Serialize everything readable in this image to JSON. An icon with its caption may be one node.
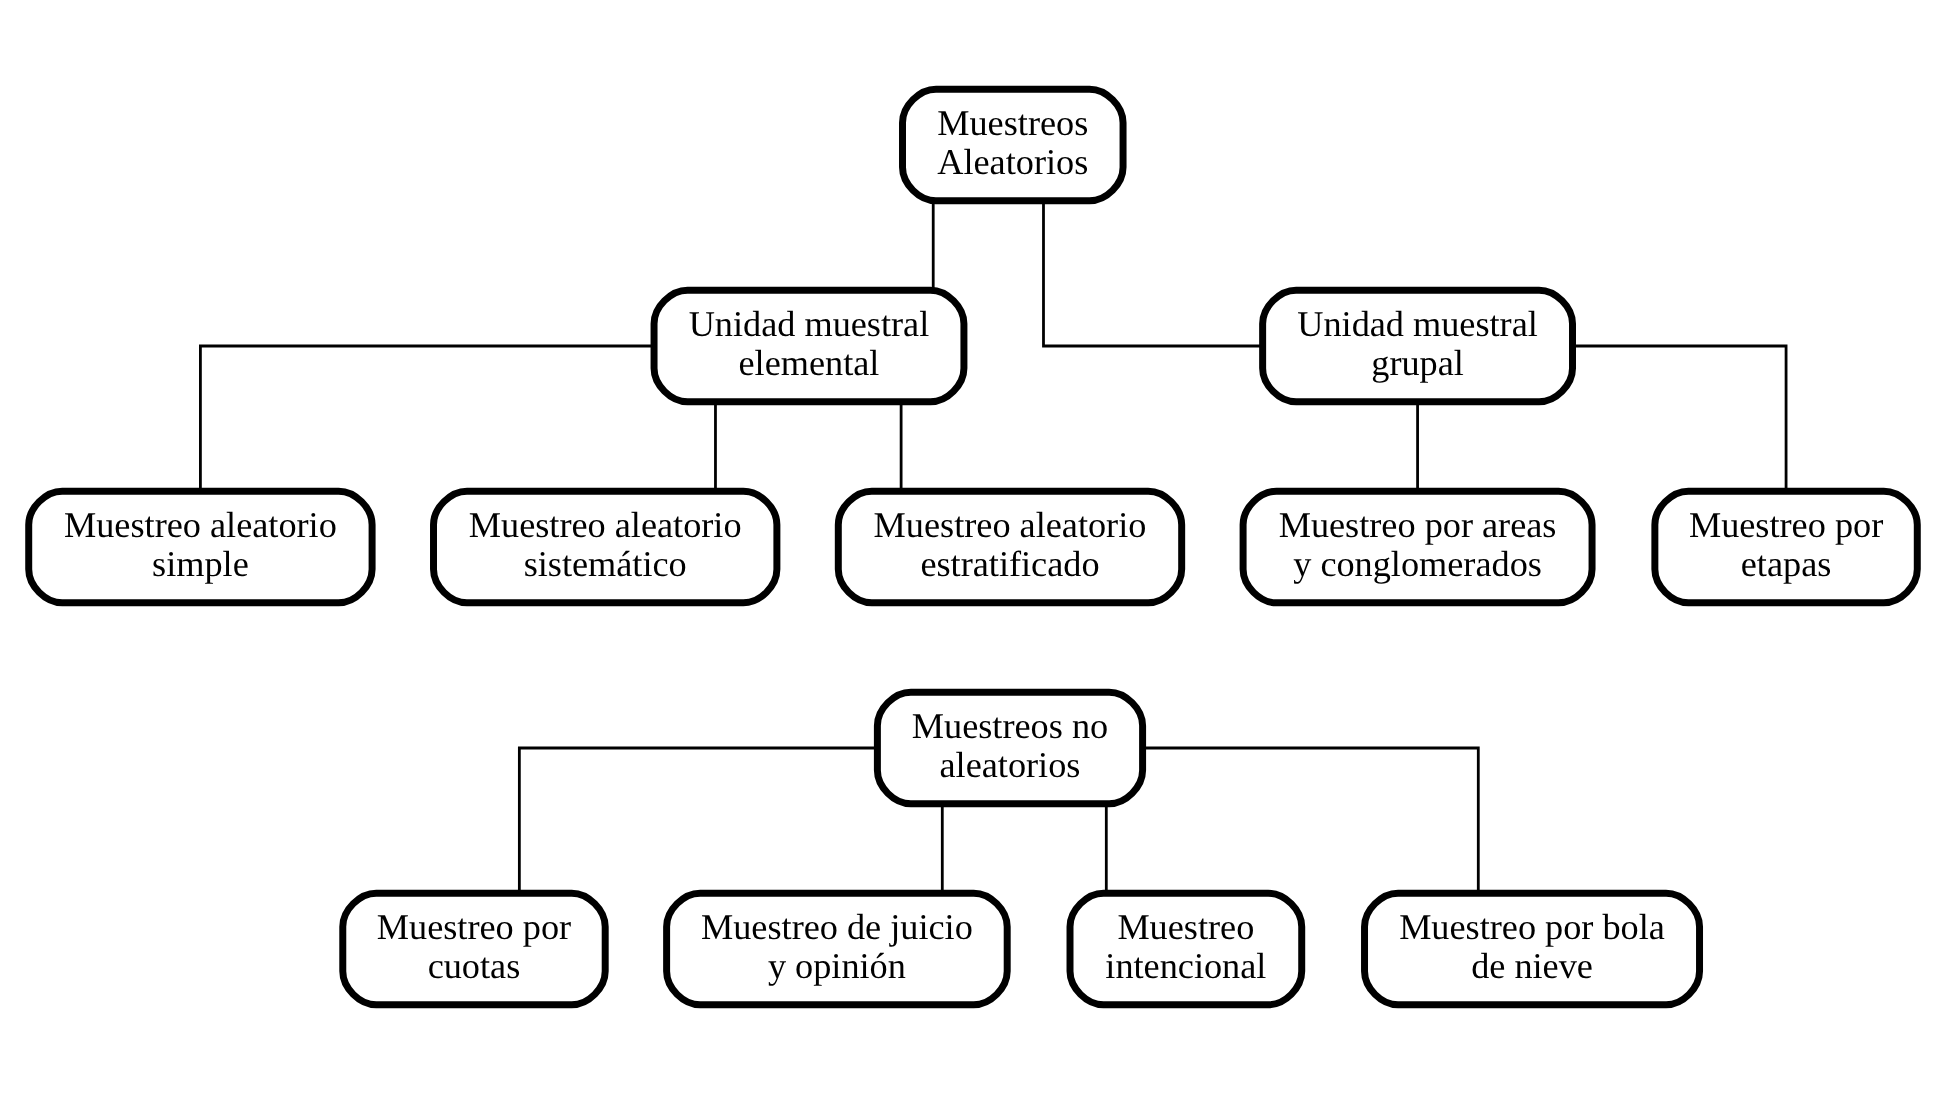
{
  "diagram": {
    "nodes": [
      {
        "text": [
          "Muestreos Aleatorios"
        ]
      },
      {
        "text": [
          "Unidad muestral elemental"
        ]
      },
      {
        "text": [
          "Unidad muestral grupal"
        ]
      },
      {
        "text": [
          "Muestreo aleatorio simple"
        ]
      },
      {
        "text": [
          "Muestreo aleatorio sistemático"
        ]
      },
      {
        "text": [
          "Muestreo aleatorio estratificado"
        ]
      },
      {
        "text": [
          "Muestreo por areas y conglomerados"
        ]
      },
      {
        "text": [
          "Muestreo por etapas"
        ]
      },
      {
        "text": [
          "Muestreos no aleatorios"
        ]
      },
      {
        "text": [
          "Muestreo por cuotas"
        ]
      },
      {
        "text": [
          "Muestreo de juicio y opinión"
        ]
      },
      {
        "text": [
          "Muestreo intencional"
        ]
      },
      {
        "text": [
          "Muestreo por bola de nieve"
        ]
      }
    ],
    "edges": [
      {
        "from": 0,
        "to": 1,
        "arrow": "none"
      },
      {
        "from": 0,
        "to": 2,
        "arrow": "none"
      },
      {
        "from": 1,
        "to": 3,
        "arrow": "none"
      },
      {
        "from": 1,
        "to": 4,
        "arrow": "none"
      },
      {
        "from": 1,
        "to": 5,
        "arrow": "none"
      },
      {
        "from": 2,
        "to": 6,
        "arrow": "none"
      },
      {
        "from": 2,
        "to": 7,
        "arrow": "none"
      },
      {
        "from": 8,
        "to": 9,
        "arrow": "none"
      },
      {
        "from": 8,
        "to": 10,
        "arrow": "none"
      },
      {
        "from": 8,
        "to": 11,
        "arrow": "none"
      },
      {
        "from": 8,
        "to": 12,
        "arrow": "none"
      }
    ]
  }
}
